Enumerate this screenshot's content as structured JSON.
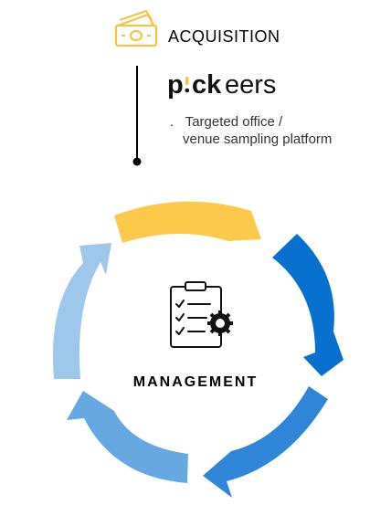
{
  "acquisition": {
    "label": "ACQUISITION",
    "icon": "money-icon",
    "icon_color": "#f6c343"
  },
  "brand": {
    "logo_text_left": "p",
    "logo_text_mid": "ck",
    "logo_text_right": "eers",
    "logo_dot_color": "#f6c343"
  },
  "description": {
    "bullet": ".",
    "line1": "Targeted office /",
    "line2": "venue sampling platform"
  },
  "management": {
    "label": "MANAGEMENT",
    "icon": "checklist-gear-icon"
  },
  "cycle_colors": [
    "#fdc94a",
    "#0870cf",
    "#2f86d8",
    "#65a8e2",
    "#9dc8ec"
  ]
}
